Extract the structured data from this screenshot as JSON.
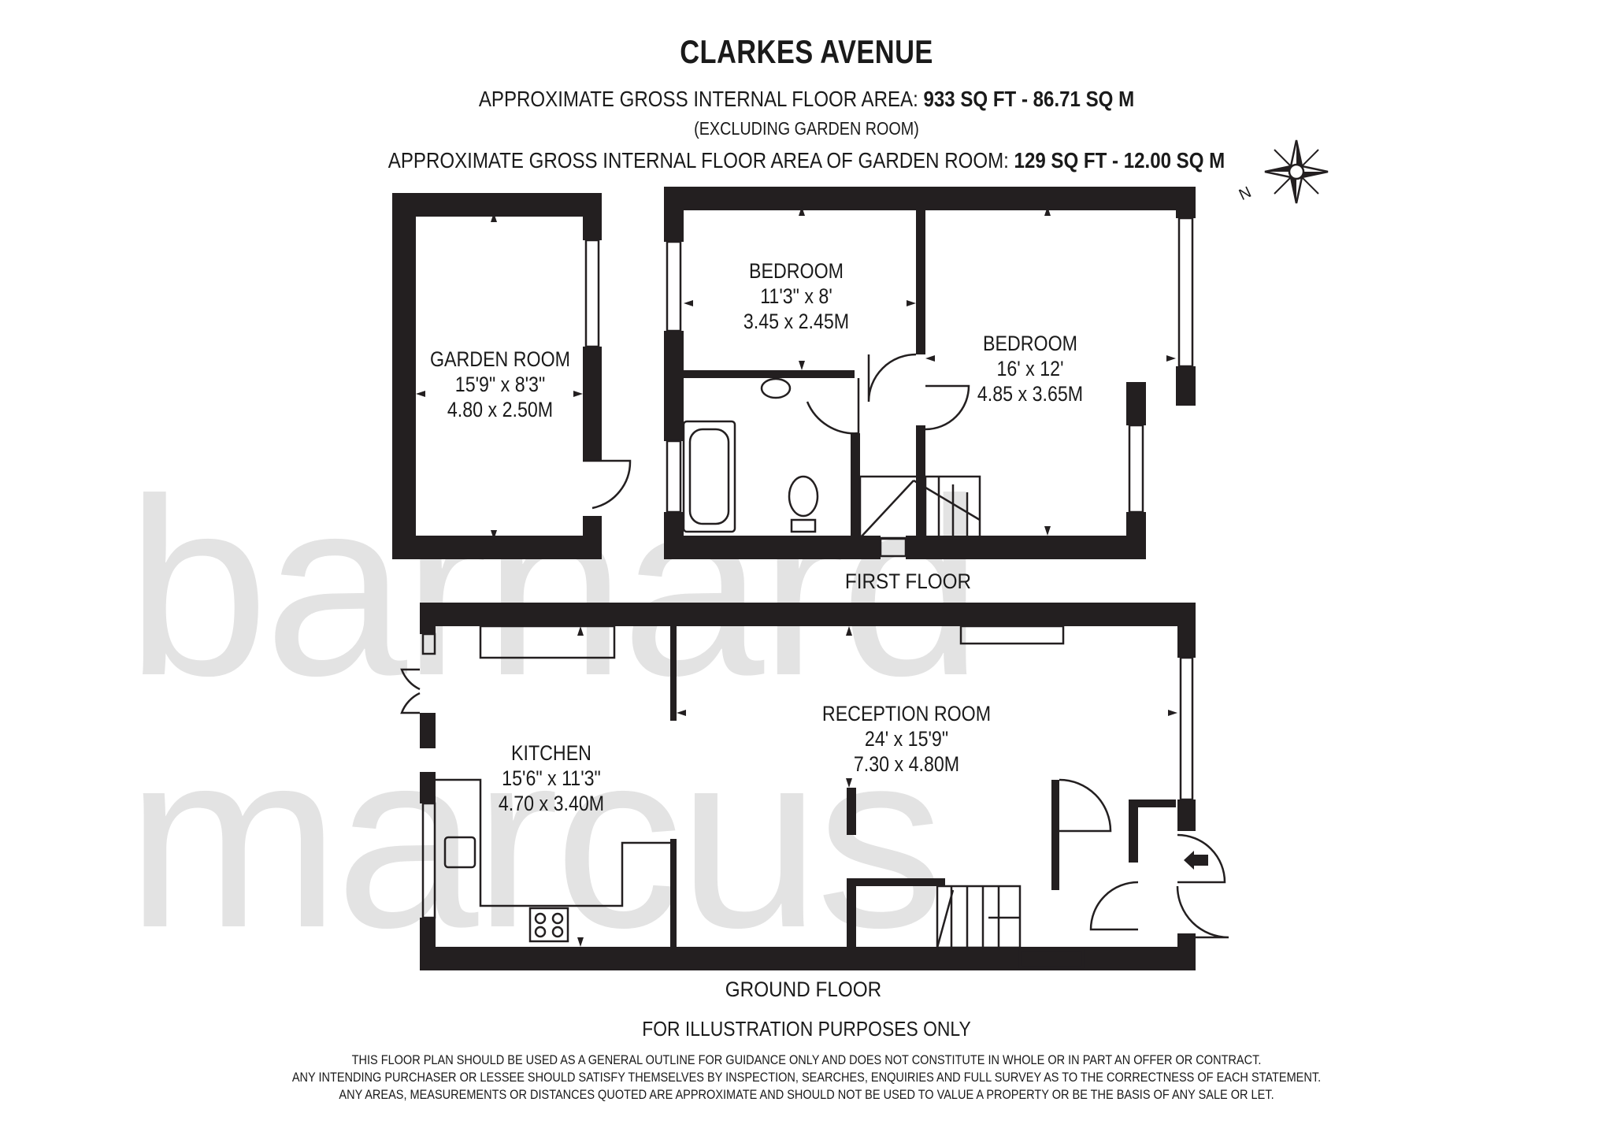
{
  "title": "CLARKES AVENUE",
  "header": {
    "area_label": "APPROXIMATE GROSS INTERNAL FLOOR AREA:",
    "area_value": "933 SQ FT  -  86.71 SQ M",
    "excluding_note": "(EXCLUDING GARDEN ROOM)",
    "garden_area_label": "APPROXIMATE GROSS INTERNAL FLOOR AREA OF GARDEN ROOM:",
    "garden_area_value": "129 SQ FT  -  12.00 SQ M"
  },
  "watermark": "barnard marcus",
  "compass": {
    "icon": "compass-rose-icon",
    "north_label": "N"
  },
  "floors": {
    "first_floor_label": "FIRST FLOOR",
    "ground_floor_label": "GROUND FLOOR"
  },
  "rooms": {
    "garden_room": {
      "name": "GARDEN ROOM",
      "imperial": "15'9\" x 8'3\"",
      "metric": "4.80 x 2.50M"
    },
    "bedroom_1": {
      "name": "BEDROOM",
      "imperial": "11'3\" x 8'",
      "metric": "3.45 x 2.45M"
    },
    "bedroom_2": {
      "name": "BEDROOM",
      "imperial": "16' x 12'",
      "metric": "4.85 x 3.65M"
    },
    "kitchen": {
      "name": "KITCHEN",
      "imperial": "15'6\" x 11'3\"",
      "metric": "4.70 x 3.40M"
    },
    "reception": {
      "name": "RECEPTION ROOM",
      "imperial": "24' x 15'9\"",
      "metric": "7.30 x 4.80M"
    }
  },
  "footer": {
    "illustration_note": "FOR ILLUSTRATION PURPOSES ONLY",
    "disclaimer_1": "THIS FLOOR PLAN SHOULD BE USED AS A GENERAL OUTLINE FOR GUIDANCE ONLY AND DOES NOT CONSTITUTE IN WHOLE OR IN PART AN OFFER OR CONTRACT.",
    "disclaimer_2": "ANY INTENDING PURCHASER OR LESSEE SHOULD SATISFY THEMSELVES BY INSPECTION, SEARCHES, ENQUIRIES AND FULL SURVEY AS TO THE CORRECTNESS OF EACH STATEMENT.",
    "disclaimer_3": "ANY AREAS, MEASUREMENTS OR DISTANCES QUOTED ARE APPROXIMATE AND SHOULD NOT BE USED TO VALUE A PROPERTY OR BE THE BASIS OF ANY SALE OR LET."
  },
  "colors": {
    "wall": "#231f20",
    "watermark": "#e3e3e3",
    "background": "#ffffff"
  }
}
